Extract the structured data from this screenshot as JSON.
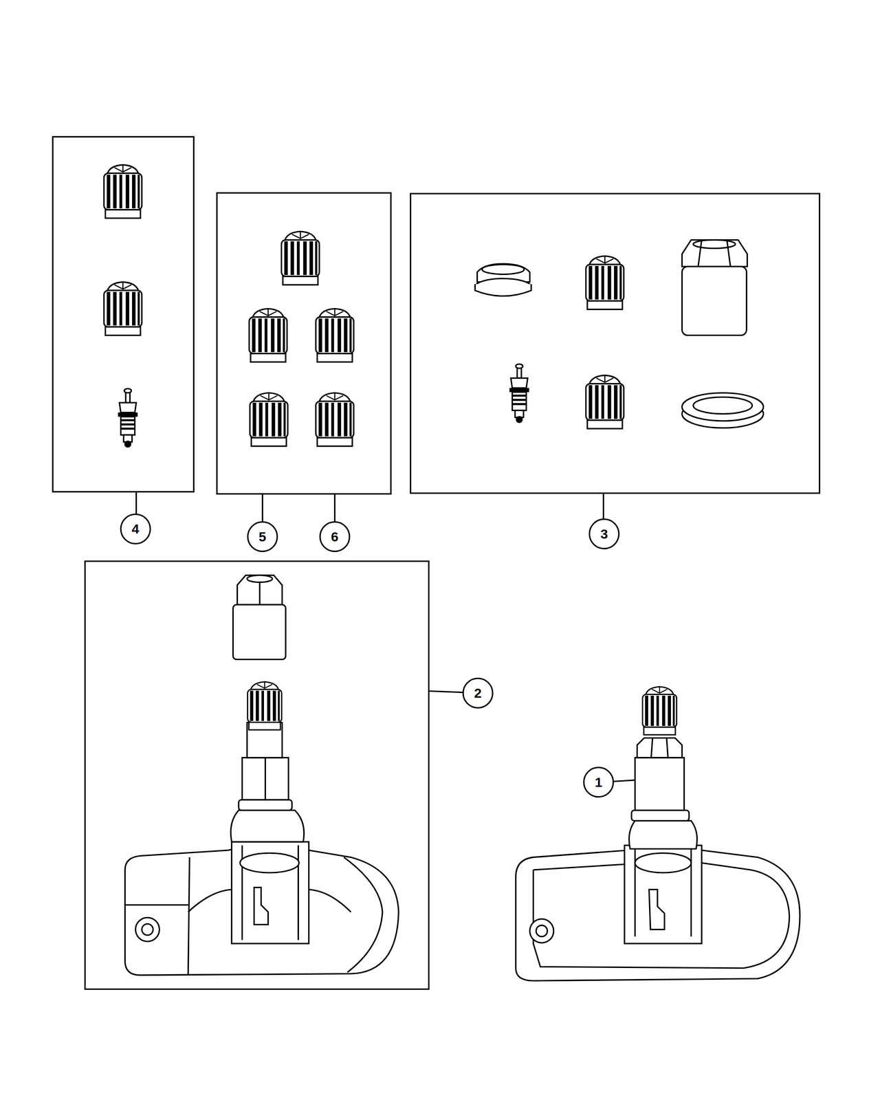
{
  "diagram": {
    "labels": [
      "4",
      "5",
      "6",
      "3",
      "2",
      "1"
    ]
  }
}
